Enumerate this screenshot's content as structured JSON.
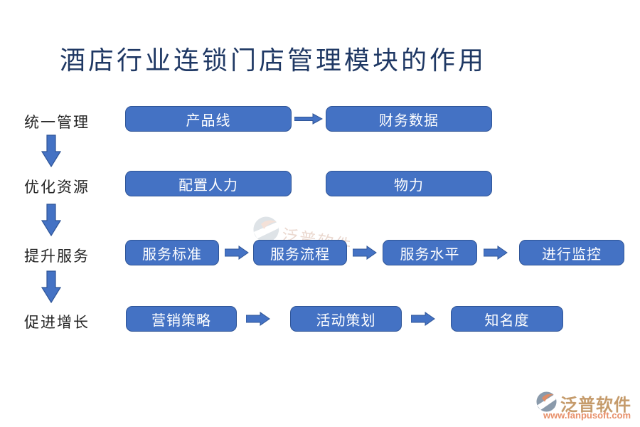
{
  "title": "酒店行业连锁门店管理模块的作用",
  "rows": [
    {
      "label": "统一管理",
      "boxes": [
        "产品线",
        "财务数据"
      ]
    },
    {
      "label": "优化资源",
      "boxes": [
        "配置人力",
        "物力"
      ]
    },
    {
      "label": "提升服务",
      "boxes": [
        "服务标准",
        "服务流程",
        "服务水平",
        "进行监控"
      ]
    },
    {
      "label": "促进增长",
      "boxes": [
        "营销策略",
        "活动策划",
        "知名度"
      ]
    }
  ],
  "watermark": {
    "text": "泛普软件",
    "url": "www.fanpusoft.com"
  },
  "footer": {
    "brand": "泛普软件",
    "url": "www.fanpusoft.com"
  },
  "colors": {
    "box_fill": "#4472C4",
    "box_border": "#2F5597",
    "title_text": "#1F3864",
    "label_text": "#262626",
    "brand_text": "#C59B6B",
    "brand_url": "#E8906A"
  },
  "icons": {
    "right_arrow": "→",
    "down_arrow": "↓"
  }
}
